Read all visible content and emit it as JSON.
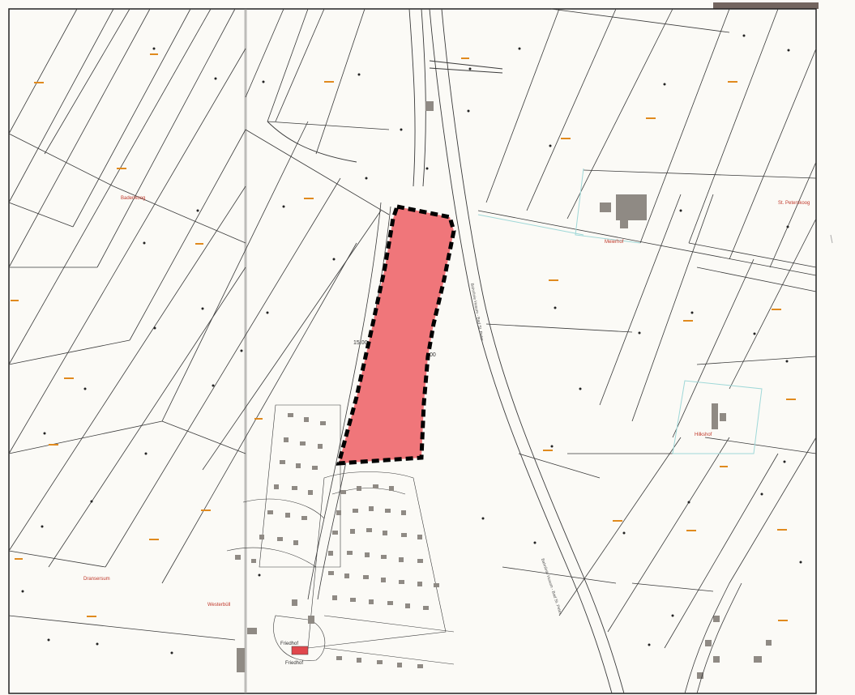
{
  "map": {
    "place_names": {
      "badenkoog": "Badenkoog",
      "st_peterskoog": "St. Peterskoog",
      "meierhof": "Meierhof",
      "hilkshof": "Hilkshof",
      "dransersum": "Dransersum",
      "westerbuell": "Westerbüll",
      "friedhof_top": "Friedhof",
      "friedhof_bottom": "Friedhof"
    },
    "dimensions": {
      "left": "15.00",
      "right": "00"
    },
    "road_labels": {
      "main_road_upper": "Bahnlinie Husum - Bad St. Peter",
      "main_road_lower": "Bahnlinie Husum - Bad St. Peter"
    },
    "colors": {
      "paper": "#fbfaf6",
      "parcel_line": "#3a3a3a",
      "plan_area_fill": "#f0767a",
      "plan_area_border": "#000000",
      "building": "#8f8a84",
      "place_name": "#c0392b",
      "parcel_number": "#e08a1e",
      "boundary_cyan": "#9fd8d8",
      "church": "#e0474c"
    }
  }
}
